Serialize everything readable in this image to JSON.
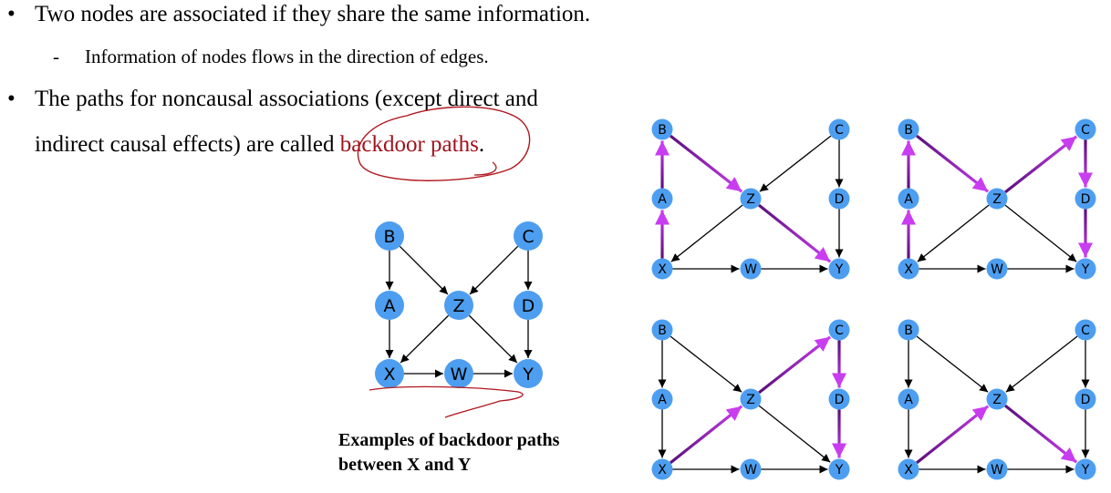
{
  "bullets": {
    "b1": "Two nodes are associated if they share the same information.",
    "b1_sub": "Information of nodes flows in the direction of edges.",
    "b2_line1": "The paths for noncausal associations (except direct and",
    "b2_line2_prefix": "indirect causal effects) are called ",
    "b2_highlight": "backdoor paths",
    "b2_suffix": ".",
    "bullet_char": "•",
    "sub_char": "-"
  },
  "caption": {
    "line1": "Examples of backdoor paths",
    "line2": "between X and Y"
  },
  "graph": {
    "nodes": [
      "B",
      "C",
      "A",
      "Z",
      "D",
      "X",
      "W",
      "Y"
    ],
    "edges": [
      [
        "B",
        "A"
      ],
      [
        "A",
        "X"
      ],
      [
        "B",
        "Z"
      ],
      [
        "C",
        "Z"
      ],
      [
        "C",
        "D"
      ],
      [
        "Z",
        "X"
      ],
      [
        "Z",
        "Y"
      ],
      [
        "X",
        "W"
      ],
      [
        "W",
        "Y"
      ],
      [
        "D",
        "Y"
      ]
    ]
  },
  "examples": [
    {
      "highlight": [
        [
          "A",
          "B"
        ],
        [
          "X",
          "A"
        ],
        [
          "B",
          "Z"
        ],
        [
          "Z",
          "Y"
        ]
      ]
    },
    {
      "highlight": [
        [
          "A",
          "B"
        ],
        [
          "X",
          "A"
        ],
        [
          "B",
          "Z"
        ],
        [
          "Z",
          "C"
        ],
        [
          "C",
          "D"
        ],
        [
          "D",
          "Y"
        ]
      ]
    },
    {
      "highlight": [
        [
          "X",
          "Z"
        ],
        [
          "Z",
          "C"
        ],
        [
          "C",
          "D"
        ],
        [
          "D",
          "Y"
        ]
      ]
    },
    {
      "highlight": [
        [
          "X",
          "Z"
        ],
        [
          "Z",
          "Y"
        ]
      ]
    }
  ],
  "colors": {
    "node": "#4d9ef0",
    "edge": "#000000",
    "highlight_start": "#5a0f7a",
    "highlight_end": "#c93df0",
    "accent": "#a0121c",
    "annotation": "#b01820"
  }
}
